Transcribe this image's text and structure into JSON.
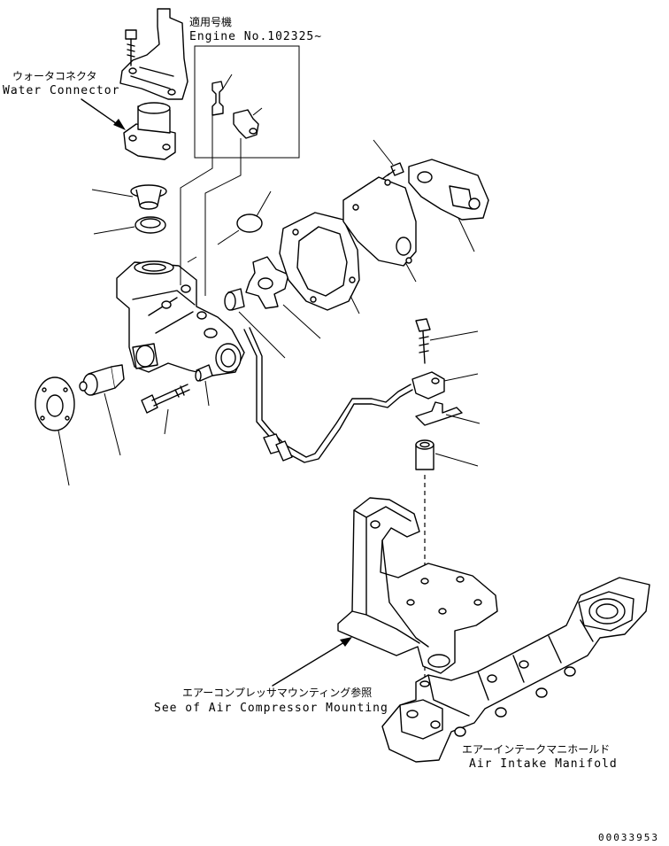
{
  "callouts": {
    "applicable_jp": "適用号機",
    "engine_no": "Engine No.102325~",
    "water_connector_jp": "ウォータコネクタ",
    "water_connector_en": "Water Connector",
    "air_comp_jp": "エアーコンプレッサマウンティング参照",
    "air_comp_en": "See of Air Compressor Mounting",
    "air_intake_jp": "エアーインテークマニホールド",
    "air_intake_en": "Air Intake Manifold"
  },
  "drawing_code": "00033953"
}
